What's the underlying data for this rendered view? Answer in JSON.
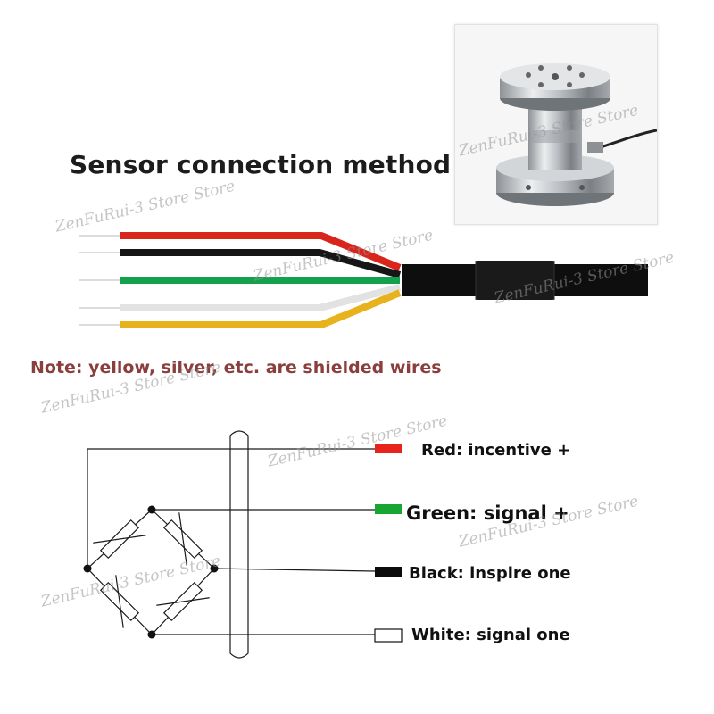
{
  "title": "Sensor connection method",
  "note": "Note: yellow, silver, etc. are shielded wires",
  "watermark": "ZenFuRui-3 Store Store",
  "wires": [
    {
      "color_name": "red",
      "hex": "#d8261d"
    },
    {
      "color_name": "black",
      "hex": "#161616"
    },
    {
      "color_name": "green",
      "hex": "#14a14e"
    },
    {
      "color_name": "silver",
      "hex": "#e4e4e4"
    },
    {
      "color_name": "yellow",
      "hex": "#e8b21c"
    }
  ],
  "connections": [
    {
      "label": "Red: incentive +",
      "swatch": "#e8221c"
    },
    {
      "label": "Green: signal +",
      "swatch": "#18a632"
    },
    {
      "label": "Black: inspire one",
      "swatch": "#0c0c0c"
    },
    {
      "label": "White: signal one",
      "swatch": "#ffffff"
    }
  ]
}
